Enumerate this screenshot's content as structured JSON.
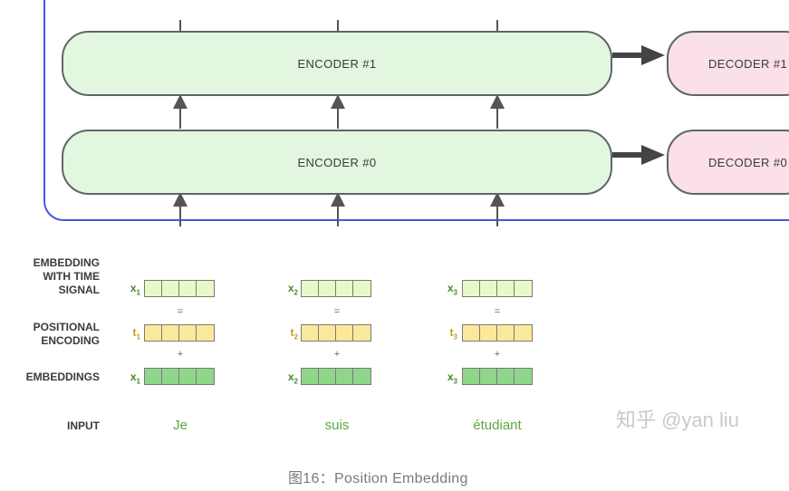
{
  "encoders": [
    "ENCODER #1",
    "ENCODER #0"
  ],
  "decoders": [
    "DECODER #1",
    "DECODER #0"
  ],
  "row_labels": {
    "embedding_time_signal": [
      "EMBEDDING",
      "WITH TIME",
      "SIGNAL"
    ],
    "positional_encoding": [
      "POSITIONAL",
      "ENCODING"
    ],
    "embeddings": "EMBEDDINGS",
    "input": "INPUT"
  },
  "columns": [
    {
      "x_sym": "x",
      "x_sub": "1",
      "t_sym": "t",
      "t_sub": "1",
      "word": "Je"
    },
    {
      "x_sym": "x",
      "x_sub": "2",
      "t_sym": "t",
      "t_sub": "2",
      "word": "suis"
    },
    {
      "x_sym": "x",
      "x_sub": "3",
      "t_sym": "t",
      "t_sub": "3",
      "word": "étudiant"
    }
  ],
  "operators": {
    "equals": "=",
    "plus": "+"
  },
  "colors": {
    "encoder_fill": "#e3f6df",
    "decoder_fill": "#fbdfe9",
    "frame_blue": "#3f5bd6",
    "signal_vector": "#e9f8c9",
    "positional_vector": "#fbe89a",
    "embedding_vector": "#8fd68a"
  },
  "watermark": "知乎 @yan liu",
  "caption": "图16：Position Embedding"
}
